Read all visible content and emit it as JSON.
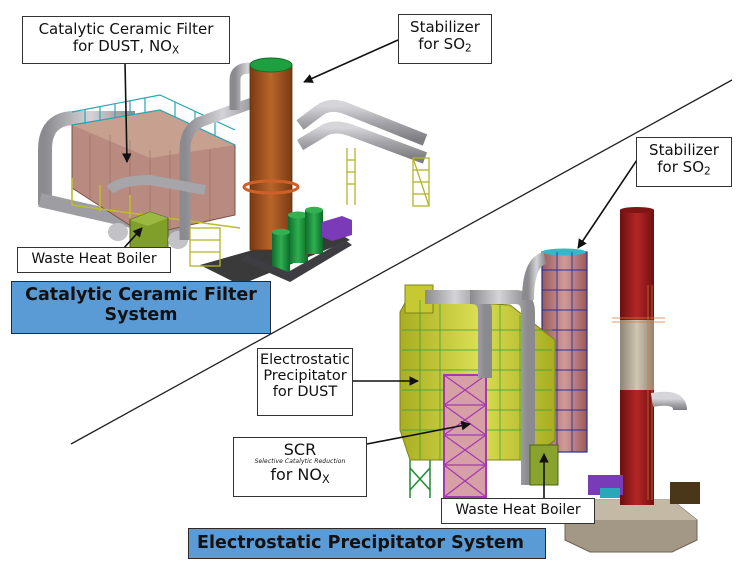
{
  "top_system": {
    "title_line1": "Catalytic Ceramic Filter",
    "title_line2": "System",
    "labels": {
      "filter_line1": "Catalytic Ceramic Filter",
      "filter_line2": "for DUST, NO",
      "filter_sub": "X",
      "stabilizer_line1": "Stabilizer",
      "stabilizer_line2": "for SO",
      "stabilizer_sub": "2",
      "boiler": "Waste Heat Boiler"
    }
  },
  "bottom_system": {
    "title": "Electrostatic Precipitator System",
    "labels": {
      "stabilizer_line1": "Stabilizer",
      "stabilizer_line2": "for SO",
      "stabilizer_sub": "2",
      "esp_line1": "Electrostatic",
      "esp_line2": "Precipitator",
      "esp_line3": "for DUST",
      "scr_line1": "SCR",
      "scr_line2": "Selective Catalytic Reduction",
      "scr_line3": "for NO",
      "scr_sub": "X",
      "boiler": "Waste Heat Boiler"
    }
  },
  "colors": {
    "title_fill": "#5b9bd5",
    "stack_top": "#1fa040",
    "stack_body": "#a0521e",
    "pipe": "#a8a8ac",
    "chimney_red": "#9b1c1c",
    "chimney_gray": "#b8ad9a",
    "esp_yellow": "#c9cf3a",
    "scr_magenta": "#b03fb8",
    "absorber": "#b87a7a"
  }
}
